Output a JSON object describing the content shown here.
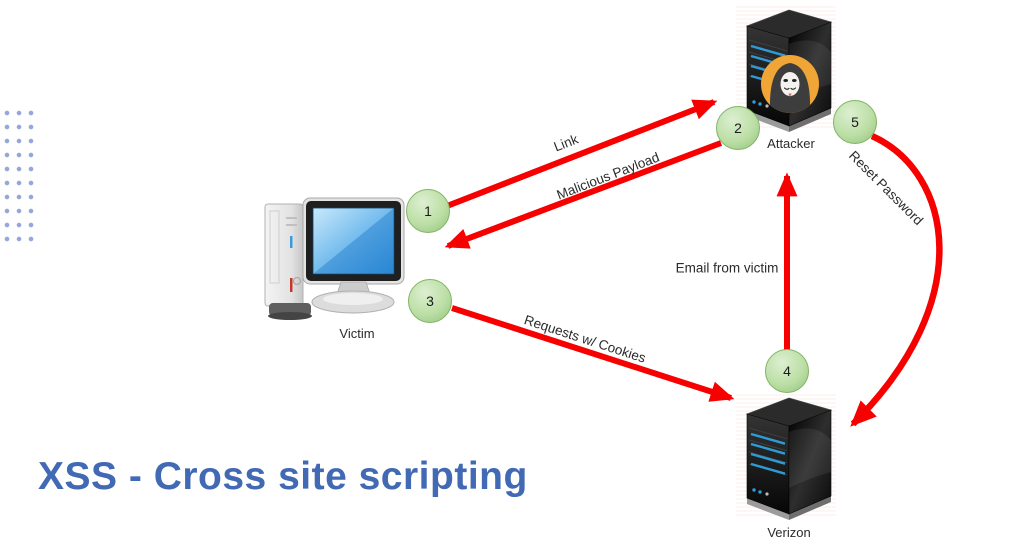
{
  "title": "XSS - Cross site scripting",
  "nodes": {
    "victim": "Victim",
    "attacker": "Attacker",
    "verizon": "Verizon"
  },
  "badges": [
    "1",
    "2",
    "3",
    "4",
    "5"
  ],
  "edges": {
    "link": "Link",
    "malicious_payload": "Malicious Payload",
    "requests_cookies": "Requests w/ Cookies",
    "email_from_victim": "Email from victim",
    "reset_password": "Reset Password"
  },
  "icons": {
    "attacker_avatar": "anonymous-mask-avatar",
    "attacker_node": "server-tower",
    "verizon_node": "server-tower",
    "victim_node": "desktop-computer"
  },
  "colors": {
    "arrow_red": "#f70000",
    "badge_fill": "#bcdfa6",
    "badge_border": "#82b366",
    "title_blue": "#4169b4",
    "dots_blue": "#96a7da",
    "avatar_orange": "#f0a637",
    "screen_blue": "#2f8fd9"
  }
}
